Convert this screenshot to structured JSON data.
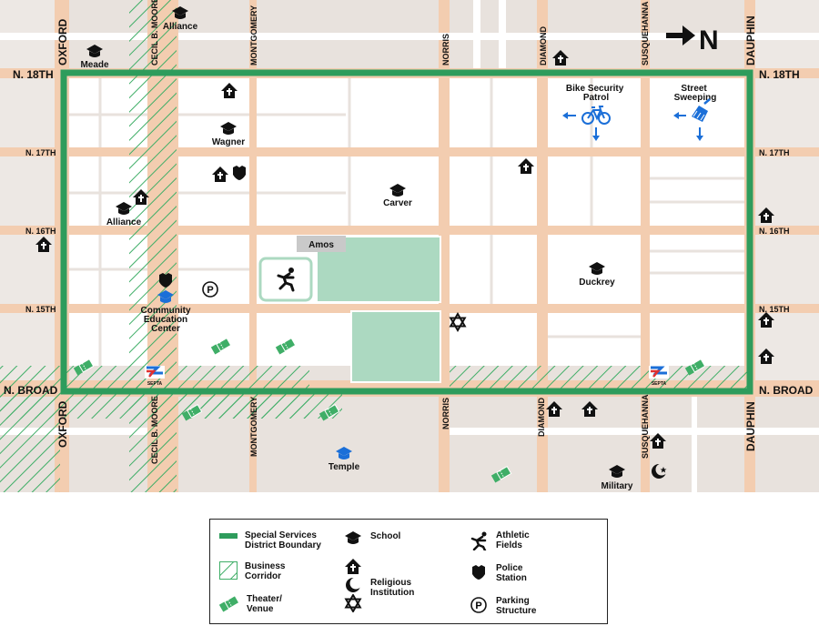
{
  "streets": {
    "n18th": "N. 18TH",
    "n17th": "N. 17TH",
    "n16th": "N. 16TH",
    "n15th": "N. 15TH",
    "nbroad": "N. BROAD",
    "oxford": "OXFORD",
    "cecil": "CECIL B. MOORE",
    "montgomery": "MONTGOMERY",
    "norris": "NORRIS",
    "diamond": "DIAMOND",
    "susquehanna": "SUSQUEHANNA",
    "dauphin": "DAUPHIN"
  },
  "places": {
    "alliance_top": "Alliance",
    "meade": "Meade",
    "wagner": "Wagner",
    "alliance_left": "Alliance",
    "carver": "Carver",
    "amos": "Amos",
    "duckrey": "Duckrey",
    "community": "Community\nEducation\nCenter",
    "temple": "Temple",
    "military": "Military",
    "bike": "Bike Security\nPatrol",
    "sweep": "Street\nSweeping",
    "septa": "SEPTA"
  },
  "north_arrow": "N",
  "legend": {
    "boundary": "Special Services\nDistrict Boundary",
    "corridor": "Business\nCorridor",
    "theater": "Theater/\nVenue",
    "school": "School",
    "religious": "Religious\nInstitution",
    "athletic": "Athletic\nFields",
    "police": "Police\nStation",
    "parking": "Parking\nStructure"
  },
  "colors": {
    "background": "#e8e2dd",
    "block": "#ffffff",
    "street": "#f3cdb0",
    "boundary": "#2e9c5c",
    "hatch": "#3fae67",
    "field": "#acd9c1",
    "accent_blue": "#1b6fd8",
    "amos_label_bg": "#c9c9c9"
  }
}
